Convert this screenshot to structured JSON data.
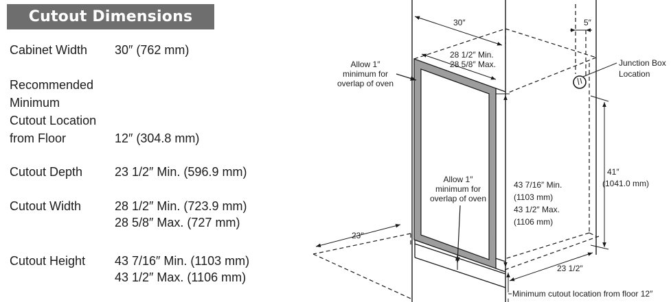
{
  "heading": "Cutout Dimensions",
  "specs": {
    "cabinet_width": {
      "label": "Cabinet Width",
      "value": "30″ (762 mm)"
    },
    "min_location": {
      "label_lines": [
        "Recommended",
        "Minimum",
        "Cutout Location",
        "from Floor"
      ],
      "value": "12″ (304.8 mm)"
    },
    "cutout_depth": {
      "label": "Cutout Depth",
      "value": "23 1/2″ Min. (596.9 mm)"
    },
    "cutout_width": {
      "label": "Cutout Width",
      "value_lines": [
        "28 1/2″ Min. (723.9 mm)",
        "28 5/8″ Max. (727 mm)"
      ]
    },
    "cutout_height": {
      "label": "Cutout Height",
      "value_lines": [
        "43 7/16″ Min. (1103 mm)",
        "43 1/2″ Max. (1106 mm)"
      ]
    }
  },
  "diagram": {
    "cabinet_width": "30″",
    "clearance_5": "5″",
    "cutout_width_lines": [
      "28 1/2″ Min.",
      "28 5/8″ Max."
    ],
    "overlap_top_lines": [
      "Allow 1″",
      "minimum for",
      "overlap of oven"
    ],
    "overlap_bottom_lines": [
      "Allow 1″",
      "minimum for",
      "overlap of oven"
    ],
    "junction_box_lines": [
      "Junction Box",
      "Location"
    ],
    "height_lines": [
      "43 7/16″ Min.",
      "(1103 mm)",
      "43 1/2″ Max.",
      "(1106 mm)"
    ],
    "junction_height_lines": [
      "41″",
      "(1041.0 mm)"
    ],
    "depth_23": "23″",
    "depth_23_half": "23 1/2″",
    "floor_note": "Minimum cutout location from floor 12″"
  }
}
